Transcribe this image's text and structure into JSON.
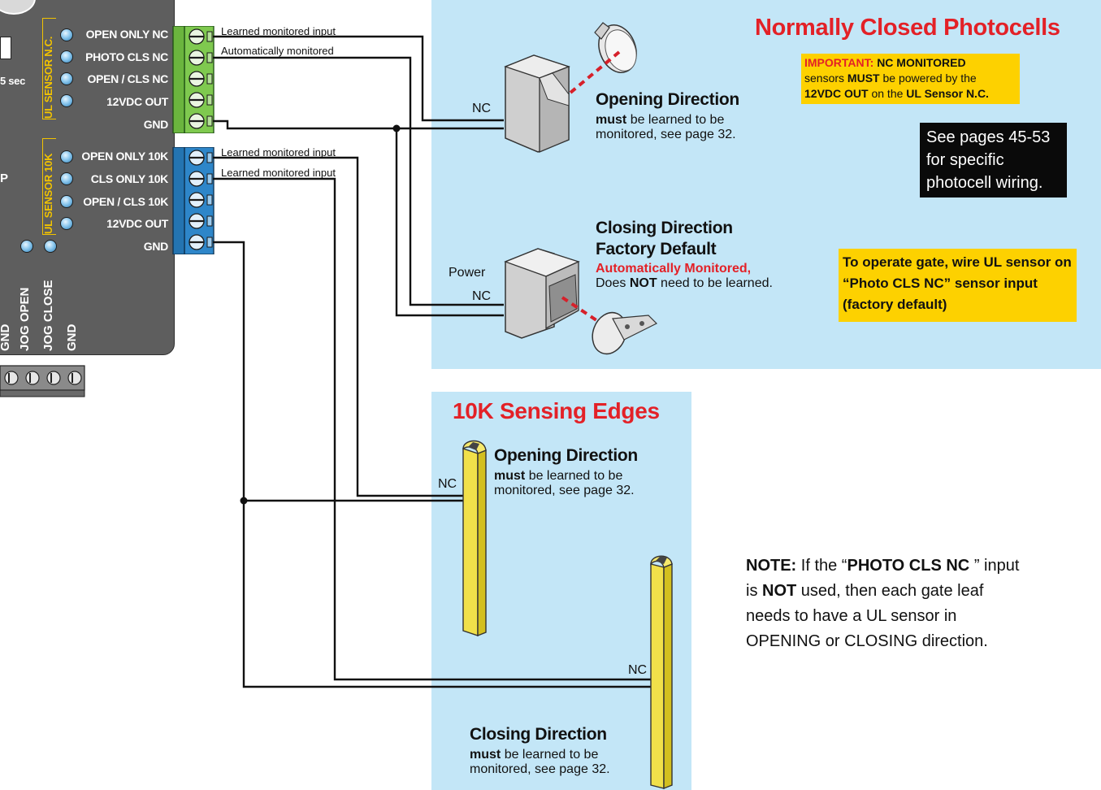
{
  "board": {
    "ul_nc_group_label": "UL SENSOR N.C.",
    "ul_10k_group_label": "UL SENSOR 10K",
    "inputs_nc": [
      "OPEN ONLY NC",
      "PHOTO CLS NC",
      "OPEN / CLS NC",
      "12VDC OUT",
      "GND"
    ],
    "inputs_10k": [
      "OPEN ONLY 10K",
      "CLS ONLY 10K",
      "OPEN / CLS 10K",
      "12VDC OUT",
      "GND"
    ],
    "side_text_5sec": "5 sec",
    "side_text_p": "P",
    "bottom_terminals": [
      "GND",
      "JOG OPEN",
      "JOG CLOSE",
      "GND"
    ]
  },
  "wire_labels": {
    "nc_1": "Learned monitored input",
    "nc_2": "Automatically monitored",
    "k_1": "Learned monitored input",
    "k_2": "Learned monitored input"
  },
  "photocells": {
    "title": "Normally Closed Photocells",
    "important_label": "IMPORTANT:",
    "important_head": "NC MONITORED",
    "important_l2a": "sensors",
    "important_l2b": "MUST",
    "important_l2c": "be powered by the",
    "important_l3a": "12VDC OUT",
    "important_l3b": "on the",
    "important_l3c": "UL Sensor N.C.",
    "see_pages": "See pages 45-53 for specific photocell wiring.",
    "opening_title": "Opening Direction",
    "opening_must": "must",
    "opening_rest": "be learned to be",
    "opening_line2": "monitored, see page 32.",
    "closing_title_1": "Closing Direction",
    "closing_title_2": "Factory Default",
    "closing_auto": "Automatically Monitored,",
    "closing_does": "Does",
    "closing_not": "NOT",
    "closing_rest": "need to be learned.",
    "yellow_note": "To operate gate, wire UL sensor on “Photo CLS NC” sensor input (factory default)",
    "nc_top": "NC",
    "power": "Power",
    "nc_bottom": "NC"
  },
  "edges": {
    "title": "10K Sensing Edges",
    "opening_title": "Opening Direction",
    "opening_must": "must",
    "opening_rest": "be learned to be",
    "opening_line2": "monitored, see page 32.",
    "closing_title": "Closing Direction",
    "closing_must": "must",
    "closing_rest": "be learned to be",
    "closing_line2": "monitored, see page 32.",
    "nc_top": "NC",
    "nc_bottom": "NC"
  },
  "note": {
    "label": "NOTE:",
    "t1": "If the “",
    "bold1": "PHOTO CLS NC",
    "t2": "” input",
    "t3": "is",
    "bold2": "NOT",
    "t4": "used, then each gate leaf",
    "line3": "needs to have a UL sensor in",
    "line4": "OPENING or CLOSING direction."
  },
  "colors": {
    "panel": "#c3e6f7",
    "heading_red": "#e32127",
    "yellow": "#fdd100",
    "board_gray": "#5e5e5e",
    "nc_terminal": "#7fc94f",
    "k_terminal": "#2e86c9"
  }
}
